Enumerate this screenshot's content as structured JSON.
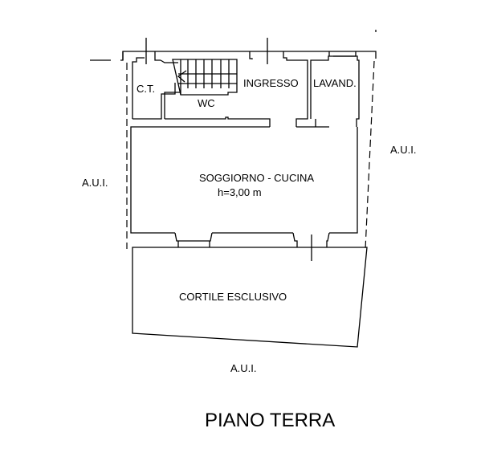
{
  "plan": {
    "rooms": {
      "ct": "C.T.",
      "wc": "WC",
      "ingresso": "INGRESSO",
      "lavanderia": "LAVAND.",
      "soggiorno": "SOGGIORNO - CUCINA",
      "height": "h=3,00 m",
      "cortile": "CORTILE ESCLUSIVO"
    },
    "neighbors": {
      "left": "A.U.I.",
      "right": "A.U.I.",
      "bottom": "A.U.I."
    },
    "title": "PIANO TERRA"
  }
}
